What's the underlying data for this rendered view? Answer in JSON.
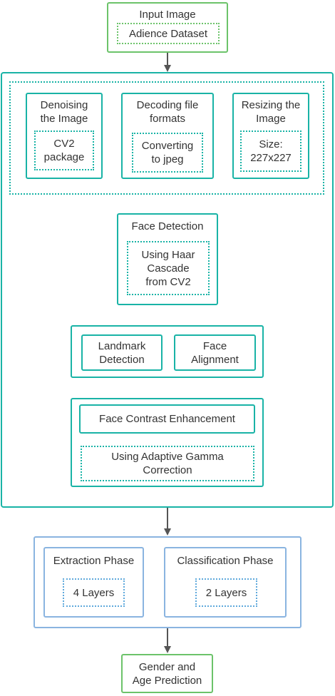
{
  "input": {
    "title": "Input Image",
    "dataset": "Adience Dataset"
  },
  "preprocessing": {
    "denoise": {
      "title": "Denoising\nthe Image",
      "detail": "CV2\npackage"
    },
    "decode": {
      "title": "Decoding file\nformats",
      "detail": "Converting\nto jpeg"
    },
    "resize": {
      "title": "Resizing the\nImage",
      "detail": "Size:\n227x227"
    }
  },
  "face_detection": {
    "title": "Face Detection",
    "detail": "Using Haar\nCascade\nfrom CV2"
  },
  "landmark": {
    "label": "Landmark\nDetection"
  },
  "alignment": {
    "label": "Face\nAlignment"
  },
  "contrast": {
    "title": "Face Contrast Enhancement",
    "detail": "Using Adaptive Gamma\nCorrection"
  },
  "extraction": {
    "title": "Extraction Phase",
    "detail": "4 Layers"
  },
  "classification": {
    "title": "Classification Phase",
    "detail": "2 Layers"
  },
  "output": {
    "label": "Gender and\nAge Prediction"
  },
  "colors": {
    "green": "#6cc36a",
    "teal": "#19b3a6",
    "blue": "#8ab4e0",
    "arrow_gray": "#555555"
  }
}
